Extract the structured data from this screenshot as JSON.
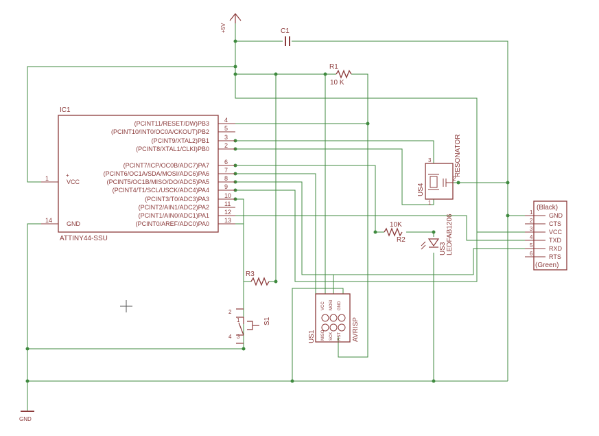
{
  "colors": {
    "wire": "#3f8a3f",
    "part": "#8b3a3a",
    "junction": "#3f8a3f",
    "background": "#ffffff"
  },
  "power": {
    "vcc_label": "+5V",
    "gnd_label": "GND"
  },
  "c1": {
    "ref": "C1"
  },
  "r1": {
    "ref": "R1",
    "value": "10 K"
  },
  "r2": {
    "ref": "R2",
    "value": "10K"
  },
  "r3": {
    "ref": "R3"
  },
  "ic1": {
    "ref": "IC1",
    "part": "ATTINY44-SSU",
    "left_pins": [
      {
        "num": "1",
        "name": "VCC"
      },
      {
        "num": "14",
        "name": "GND"
      }
    ],
    "right_pins": [
      {
        "num": "4",
        "name": "(PCINT11/RESET/DW)PB3"
      },
      {
        "num": "5",
        "name": "(PCINT10/INT0/OC0A/CKOUT)PB2"
      },
      {
        "num": "3",
        "name": "(PCINT9/XTAL2)PB1"
      },
      {
        "num": "2",
        "name": "(PCINT8/XTAL1/CLKI)PB0"
      },
      {
        "num": "6",
        "name": "(PCINT7/ICP/OC0B/ADC7)PA7"
      },
      {
        "num": "7",
        "name": "(PCINT6/OC1A/SDA/MOSI/ADC6)PA6"
      },
      {
        "num": "8",
        "name": "(PCINT5/OC1B/MISO/DO/ADC5)PA5"
      },
      {
        "num": "9",
        "name": "(PCINT4/T1/SCL/USCK/ADC4)PA4"
      },
      {
        "num": "10",
        "name": "(PCINT3/T0/ADC3)PA3"
      },
      {
        "num": "11",
        "name": "(PCINT2/AIN1/ADC2)PA2"
      },
      {
        "num": "12",
        "name": "(PCINT1/AIN0/ADC1)PA1"
      },
      {
        "num": "13",
        "name": "(PCINT0/AREF/ADC0)PA0"
      }
    ]
  },
  "resonator": {
    "ref": "US4",
    "label": "RESONATOR",
    "pins": [
      "3",
      "2",
      "1"
    ]
  },
  "led": {
    "ref": "US3",
    "label": "LEDFAB1206"
  },
  "switch": {
    "ref": "S1",
    "pins": [
      "2",
      "1",
      "4",
      "3"
    ]
  },
  "isp": {
    "ref": "US1",
    "label": "AVRISP",
    "top_labels": [
      "VCC",
      "MOSI",
      "GND"
    ],
    "bottom_labels": [
      "MISO",
      "SCK",
      "RST"
    ]
  },
  "ftdi": {
    "header_top": "(Black)",
    "header_bottom": "(Green)",
    "pins": [
      {
        "num": "1",
        "name": "GND"
      },
      {
        "num": "2",
        "name": "CTS"
      },
      {
        "num": "3",
        "name": "VCC"
      },
      {
        "num": "4",
        "name": "TXD"
      },
      {
        "num": "5",
        "name": "RXD"
      },
      {
        "num": "6",
        "name": "RTS"
      }
    ]
  }
}
